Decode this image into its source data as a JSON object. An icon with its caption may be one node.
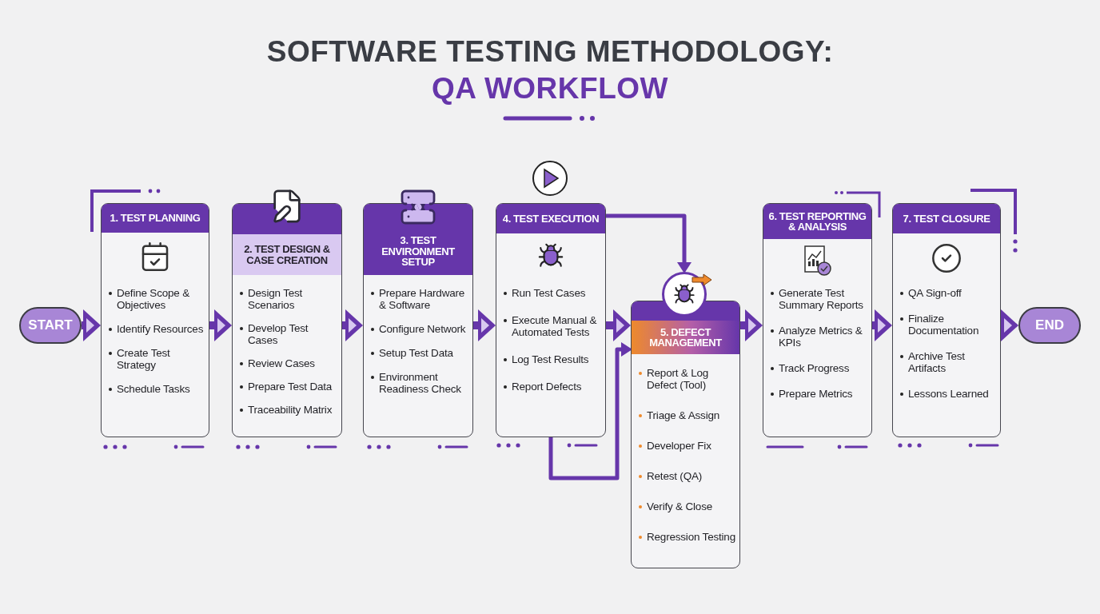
{
  "diagram": {
    "title": "SOFTWARE TESTING METHODOLOGY: *QA WORKFLOW*",
    "nodes": [
      {
        "text": [
          "START"
        ]
      },
      {
        "text": [
          "1. TEST PLANNING",
          "Define Scope & Objectives",
          "Identify Resources",
          "Create Test Strategy",
          "Schedule Tasks"
        ]
      },
      {
        "text": [
          "2. TEST DESIGN & CASE CREATION",
          "Design Test Scenarios",
          "Develop Test Cases",
          "Review Cases",
          "Prepare Test Data",
          "Traceability Matrix"
        ]
      },
      {
        "text": [
          "3. TEST ENVIRONMENT SETUP",
          "Prepare Hardware & Software",
          "Configure Network",
          "Setup Test Data",
          "Environment Readiness Check"
        ]
      },
      {
        "text": [
          "4. TEST EXECUTION",
          "Run Test Cases",
          "Execute Manual & Automated Tests",
          "Log Test Results",
          "Report Defects"
        ]
      },
      {
        "text": [],
        "shape": "circle"
      },
      {
        "text": [
          "5. DEFECT MANAGEMENT",
          "Report & Log Defect (Tool)",
          "Triage & Assign",
          "Developer Fix",
          "Retest (QA)",
          "Verify & Close",
          "Regression Testing"
        ]
      },
      {
        "text": [
          "6. TEST REPORTING & ANALYSIS",
          "Generate Test Summary Reports",
          "Analyze Metrics & KPIs",
          "Track Progress",
          "Prepare Metrics"
        ]
      },
      {
        "text": [
          "7. TEST CLOSURE",
          "QA Sign-off",
          "Finalize Documentation",
          "Archive Test Artifacts",
          "Lessons Learned"
        ]
      },
      {
        "text": [
          "END"
        ]
      }
    ],
    "edges": [
      {
        "from": 0,
        "to": 1,
        "arrow": "to"
      },
      {
        "from": 1,
        "to": 2,
        "arrow": "to"
      },
      {
        "from": 2,
        "to": 3,
        "arrow": "to"
      },
      {
        "from": 3,
        "to": 4,
        "arrow": "to"
      },
      {
        "from": 4,
        "to": 6,
        "arrow": "to"
      },
      {
        "from": 4,
        "to": 5,
        "arrow": "to"
      },
      {
        "from": 4,
        "to": 6,
        "arrow": "to"
      },
      {
        "from": 6,
        "to": 7,
        "arrow": "to"
      },
      {
        "from": 7,
        "to": 8,
        "arrow": "to"
      },
      {
        "from": 8,
        "to": 9,
        "arrow": "to"
      }
    ]
  }
}
